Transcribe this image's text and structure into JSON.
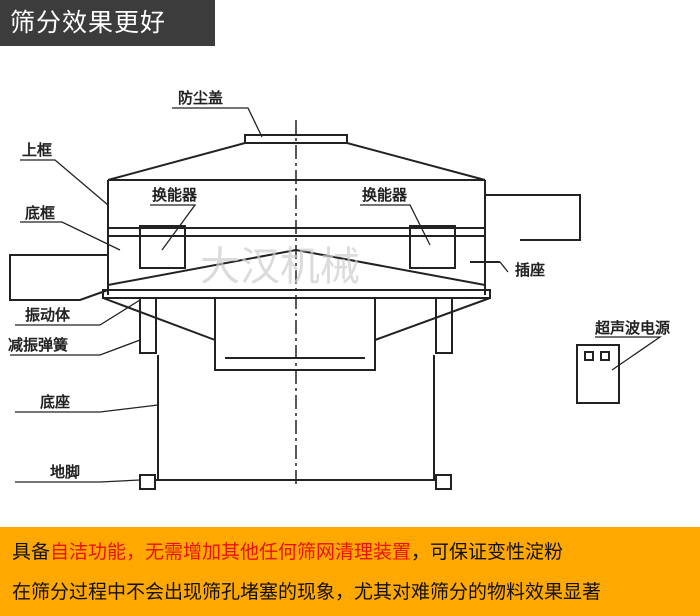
{
  "title": "筛分效果更好",
  "labels": {
    "dust_cover": "防尘盖",
    "upper_frame": "上框",
    "bottom_frame": "底框",
    "transducer_left": "换能器",
    "transducer_right": "换能器",
    "socket": "插座",
    "vibrator": "振动体",
    "damping_spring": "减振弹簧",
    "base": "底座",
    "feet": "地脚",
    "ultrasonic_power": "超声波电源"
  },
  "watermark": "大汉机械",
  "caption": {
    "line1_a": "具备",
    "line1_red": "自洁功能，无需增加其他任何筛网清理装置",
    "line1_b": "，可保证变性淀粉",
    "line2": "在筛分过程中不会出现筛孔堵塞的现象，尤其对难筛分的物料效果显著"
  },
  "colors": {
    "title_bg": "#3c3c3c",
    "caption_bg": "#ffa800",
    "highlight": "#e8120c"
  }
}
